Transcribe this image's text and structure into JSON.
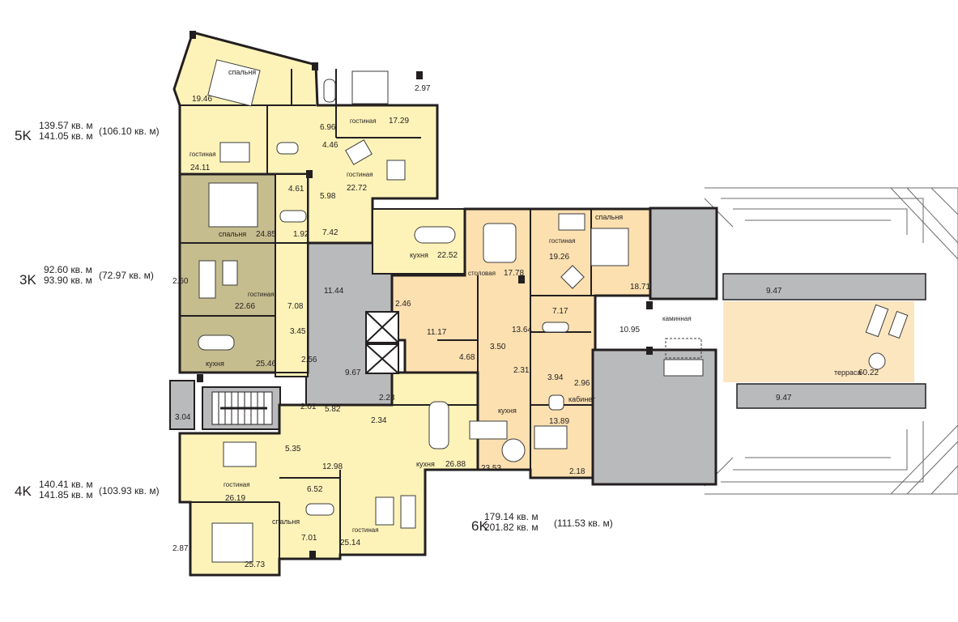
{
  "colors": {
    "apt_light": "#fdf3b8",
    "apt_olive": "#c6bd8e",
    "apt_peach": "#fce0b0",
    "common": "#b9babb",
    "terrace": "#fce6bf",
    "wall": "#231f20",
    "furniture_stroke": "#3b3b3b"
  },
  "apartments": [
    {
      "code": "5K",
      "area_total_1": "139.57 кв. м",
      "area_total_2": "141.05 кв. м",
      "area_living": "(106.10 кв. м)"
    },
    {
      "code": "3K",
      "area_total_1": "92.60 кв. м",
      "area_total_2": "93.90 кв. м",
      "area_living": "(72.97 кв. м)"
    },
    {
      "code": "4K",
      "area_total_1": "140.41 кв. м",
      "area_total_2": "141.85 кв. м",
      "area_living": "(103.93 кв. м)"
    },
    {
      "code": "6K",
      "area_total_1": "179.14 кв. м",
      "area_total_2": "201.82 кв. м",
      "area_living": "(111.53 кв. м)"
    }
  ],
  "rooms": [
    {
      "name": "спальня",
      "area": "19.46"
    },
    {
      "name": "",
      "area": "2.97"
    },
    {
      "name": "гостиная",
      "area": "17.29"
    },
    {
      "name": "",
      "area": "6.96"
    },
    {
      "name": "",
      "area": "4.46"
    },
    {
      "name": "гостиная",
      "area": "24.11"
    },
    {
      "name": "гостиная",
      "area": "22.72"
    },
    {
      "name": "",
      "area": "4.61"
    },
    {
      "name": "",
      "area": "5.98"
    },
    {
      "name": "спальня",
      "area": "24.85"
    },
    {
      "name": "",
      "area": "1.92"
    },
    {
      "name": "",
      "area": "7.42"
    },
    {
      "name": "кухня",
      "area": "22.52"
    },
    {
      "name": "столовая",
      "area": "17.78"
    },
    {
      "name": "гостиная",
      "area": "19.26"
    },
    {
      "name": "спальня",
      "area": "18.71"
    },
    {
      "name": "",
      "area": "2.60"
    },
    {
      "name": "",
      "area": "11.44"
    },
    {
      "name": "гостиная",
      "area": "22.66"
    },
    {
      "name": "",
      "area": "7.08"
    },
    {
      "name": "",
      "area": "2.46"
    },
    {
      "name": "",
      "area": "9.47"
    },
    {
      "name": "",
      "area": "7.17"
    },
    {
      "name": "",
      "area": "11.17"
    },
    {
      "name": "",
      "area": "13.64"
    },
    {
      "name": "",
      "area": "10.95"
    },
    {
      "name": "каминная",
      "area": ""
    },
    {
      "name": "",
      "area": "3.45"
    },
    {
      "name": "",
      "area": "3.50"
    },
    {
      "name": "",
      "area": "4.68"
    },
    {
      "name": "кухня",
      "area": "25.46"
    },
    {
      "name": "",
      "area": "2.56"
    },
    {
      "name": "",
      "area": "9.67"
    },
    {
      "name": "",
      "area": "2.31"
    },
    {
      "name": "",
      "area": "3.94"
    },
    {
      "name": "",
      "area": "2.96"
    },
    {
      "name": "терраса",
      "area": "60.22"
    },
    {
      "name": "кабинет",
      "area": ""
    },
    {
      "name": "",
      "area": "9.47"
    },
    {
      "name": "",
      "area": "2.28"
    },
    {
      "name": "",
      "area": "3.04"
    },
    {
      "name": "",
      "area": "2.01"
    },
    {
      "name": "",
      "area": "5.82"
    },
    {
      "name": "",
      "area": "2.34"
    },
    {
      "name": "кухня",
      "area": ""
    },
    {
      "name": "",
      "area": "13.89"
    },
    {
      "name": "",
      "area": "5.35"
    },
    {
      "name": "кухня",
      "area": "26.88"
    },
    {
      "name": "",
      "area": "23.53"
    },
    {
      "name": "",
      "area": "2.18"
    },
    {
      "name": "",
      "area": "12.98"
    },
    {
      "name": "гостиная",
      "area": "26.19"
    },
    {
      "name": "",
      "area": "6.52"
    },
    {
      "name": "спальня",
      "area": ""
    },
    {
      "name": "гостиная",
      "area": ""
    },
    {
      "name": "",
      "area": "7.01"
    },
    {
      "name": "",
      "area": "25.14"
    },
    {
      "name": "",
      "area": "2.87"
    },
    {
      "name": "",
      "area": "25.73"
    }
  ]
}
